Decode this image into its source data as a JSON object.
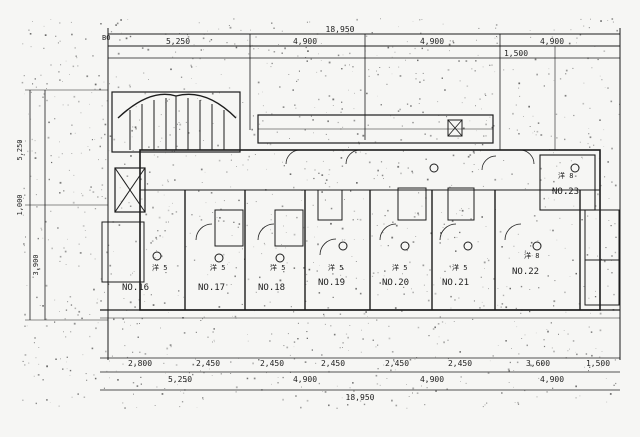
{
  "colors": {
    "ink": "#1c1c1c",
    "paper": "#f6f6f4",
    "noise": "#3a3a3a"
  },
  "top_dims": {
    "total": "18,950",
    "segments": [
      "5,250",
      "4,900",
      "4,900",
      "4,900"
    ],
    "sub": [
      "1,500"
    ]
  },
  "bottom_dims": {
    "units": [
      "2,800",
      "2,450",
      "2,450",
      "2,450",
      "2,450",
      "2,450",
      "3,600",
      "1,500"
    ],
    "groups": [
      "5,250",
      "4,900",
      "4,900",
      "4,900"
    ],
    "total": "18,950"
  },
  "left_dims": [
    "5,250",
    "1,000",
    "3,900"
  ],
  "corner_label": "BO",
  "rooms": [
    {
      "no": "NO.16",
      "type": "洋 5"
    },
    {
      "no": "NO.17",
      "type": "洋 5"
    },
    {
      "no": "NO.18",
      "type": "洋 5"
    },
    {
      "no": "NO.19",
      "type": "洋 5"
    },
    {
      "no": "NO.20",
      "type": "洋 5"
    },
    {
      "no": "NO.21",
      "type": "洋 5"
    },
    {
      "no": "NO.22",
      "type": "洋 8"
    },
    {
      "no": "NO.23",
      "type": "洋 8"
    }
  ]
}
